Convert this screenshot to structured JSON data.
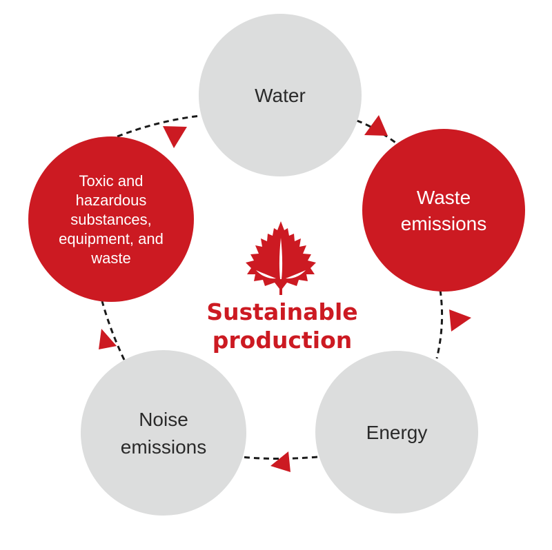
{
  "diagram": {
    "type": "cycle",
    "direction": "clockwise",
    "center": {
      "title_lines": [
        "Sustainable",
        "production"
      ],
      "icon": "leaf-icon"
    },
    "nodes": [
      {
        "id": "water",
        "label_lines": [
          "Water"
        ],
        "style": "gray"
      },
      {
        "id": "waste-emissions",
        "label_lines": [
          "Waste",
          "emissions"
        ],
        "style": "red"
      },
      {
        "id": "energy",
        "label_lines": [
          "Energy"
        ],
        "style": "gray"
      },
      {
        "id": "noise-emissions",
        "label_lines": [
          "Noise",
          "emissions"
        ],
        "style": "gray"
      },
      {
        "id": "toxic-hazardous",
        "label_lines": [
          "Toxic and",
          "hazardous",
          "substances,",
          "equipment, and",
          "waste"
        ],
        "style": "red"
      }
    ],
    "edges": [
      {
        "from": "water",
        "to": "waste-emissions"
      },
      {
        "from": "waste-emissions",
        "to": "energy"
      },
      {
        "from": "energy",
        "to": "noise-emissions"
      },
      {
        "from": "noise-emissions",
        "to": "toxic-hazardous"
      },
      {
        "from": "toxic-hazardous",
        "to": "water"
      }
    ],
    "colors": {
      "red": "#cc1a22",
      "gray": "#dcdddd",
      "text_dark": "#2a2a2a",
      "text_light": "#ffffff",
      "connector": "#1a1a1a",
      "accent": "#cc1a22"
    }
  }
}
